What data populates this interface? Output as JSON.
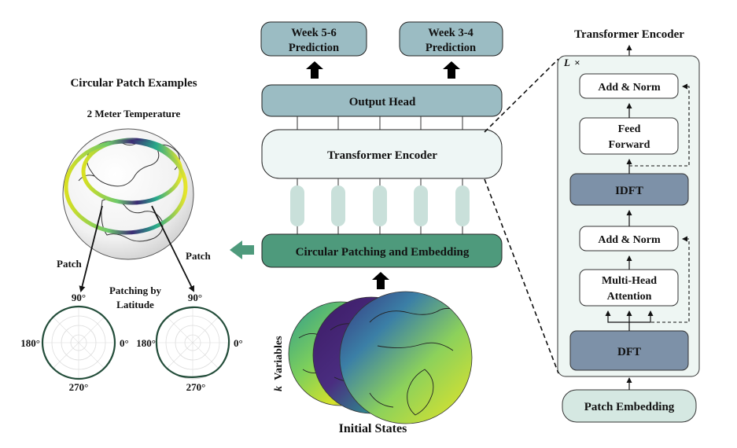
{
  "left": {
    "title": "Circular Patch Examples",
    "globe_label": "2 Meter Temperature",
    "patch_left": "Patch",
    "patch_right": "Patch",
    "patching_by_line1": "Patching by",
    "patching_by_line2": "Latitude",
    "polar_left": {
      "top": "90°",
      "left": "180°",
      "right": "0°",
      "bottom": "270°"
    },
    "polar_right": {
      "top": "90°",
      "left": "180°",
      "right": "0°",
      "bottom": "270°"
    }
  },
  "center": {
    "week56_line1": "Week 5-6",
    "week56_line2": "Prediction",
    "week34_line1": "Week 3-4",
    "week34_line2": "Prediction",
    "output_head": "Output Head",
    "transformer_encoder": "Transformer Encoder",
    "circular_patching": "Circular Patching and Embedding",
    "k_label": "k",
    "variables_label": "Variables",
    "initial_states": "Initial States"
  },
  "right": {
    "title": "Transformer Encoder",
    "repeat_L": "L",
    "repeat_x": "×",
    "add_norm_top": "Add & Norm",
    "feed_forward_line1": "Feed",
    "feed_forward_line2": "Forward",
    "idft": "IDFT",
    "add_norm_bottom": "Add & Norm",
    "mha_line1": "Multi-Head",
    "mha_line2": "Attention",
    "dft": "DFT",
    "patch_embedding": "Patch Embedding"
  },
  "colors": {
    "teal_box": "#9bbcc3",
    "light_box": "#eef6f5",
    "green_box": "#4e9a7c",
    "slate_box": "#7d91a8",
    "token_pill": "#c9e0da",
    "panel_bg": "#eef6f3",
    "patch_embed_bg": "#d5e8e2"
  }
}
